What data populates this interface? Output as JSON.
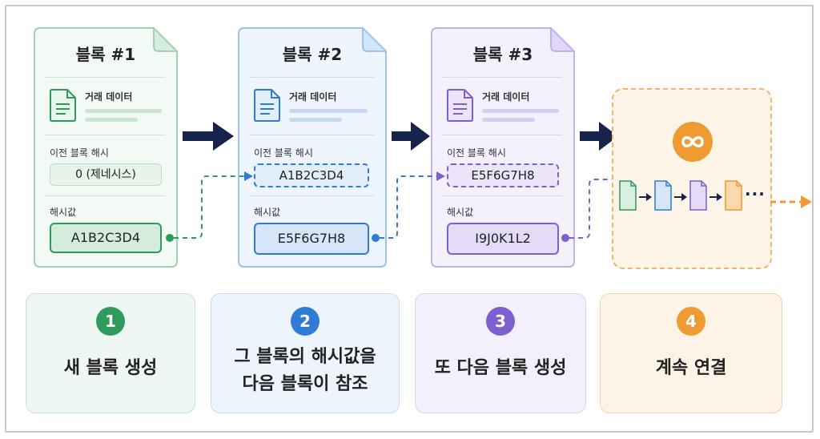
{
  "blocks": [
    {
      "title": "블록 #1",
      "tx_label": "거래 데이터",
      "prev_label": "이전 블록 해시",
      "prev_value": "0 (제네시스)",
      "hash_label": "해시값",
      "hash_value": "A1B2C3D4",
      "accent": "#2e9a5c"
    },
    {
      "title": "블록 #2",
      "tx_label": "거래 데이터",
      "prev_label": "이전 블록 해시",
      "prev_value": "A1B2C3D4",
      "hash_label": "해시값",
      "hash_value": "E5F6G7H8",
      "accent": "#2f7bd6"
    },
    {
      "title": "블록 #3",
      "tx_label": "거래 데이터",
      "prev_label": "이전 블록 해시",
      "prev_value": "E5F6G7H8",
      "hash_label": "해시값",
      "hash_value": "I9J0K1L2",
      "accent": "#7e5fd0"
    }
  ],
  "continuation": {
    "icon": "infinity-icon",
    "trail": "···",
    "accent": "#f0a040"
  },
  "steps": [
    {
      "number": "1",
      "lines": [
        "새 블록 생성"
      ],
      "accent": "#2e9a5c"
    },
    {
      "number": "2",
      "lines": [
        "그 블록의 해시값을",
        "다음 블록이 참조"
      ],
      "accent": "#2f7bd6"
    },
    {
      "number": "3",
      "lines": [
        "또 다음 블록 생성"
      ],
      "accent": "#7e5fd0"
    },
    {
      "number": "4",
      "lines": [
        "계속 연결"
      ],
      "accent": "#f0a040"
    }
  ]
}
